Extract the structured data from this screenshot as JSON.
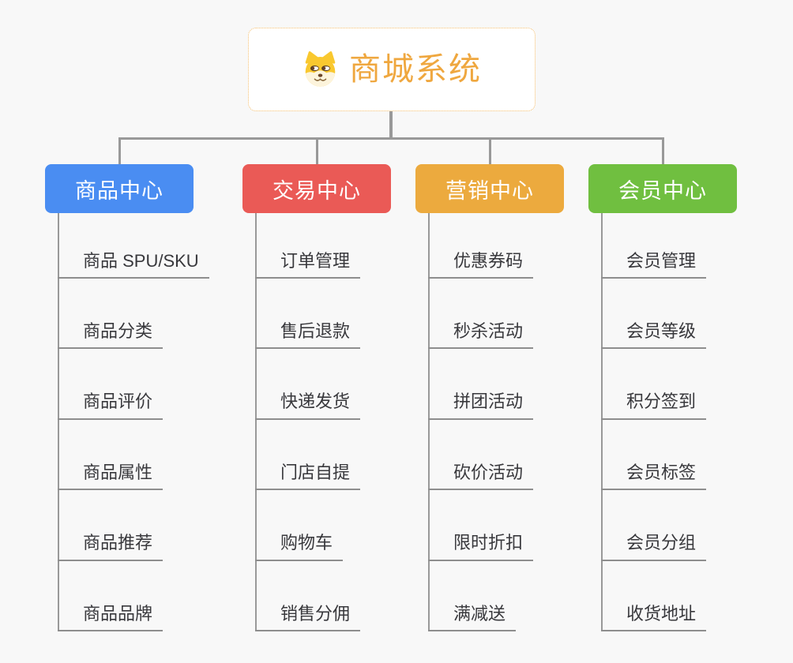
{
  "root": {
    "title": "商城系统",
    "icon": "dog-face-icon"
  },
  "colors": {
    "background": "#f8f8f8",
    "root_text": "#efa73f",
    "root_border": "#f5bf6e",
    "connector": "#999999",
    "branch_text": "#ffffff",
    "child_text": "#38383c",
    "child_underline": "#8e8e8e",
    "dog_yellow": "#f9c82f",
    "dog_cream": "#fdf4dc",
    "dog_brown": "#5a3d1e"
  },
  "branches": [
    {
      "label": "商品中心",
      "color": "#4a8df2",
      "children": [
        "商品 SPU/SKU",
        "商品分类",
        "商品评价",
        "商品属性",
        "商品推荐",
        "商品品牌"
      ]
    },
    {
      "label": "交易中心",
      "color": "#ea5a56",
      "children": [
        "订单管理",
        "售后退款",
        "快递发货",
        "门店自提",
        "购物车",
        "销售分佣"
      ]
    },
    {
      "label": "营销中心",
      "color": "#ecaa3e",
      "children": [
        "优惠券码",
        "秒杀活动",
        "拼团活动",
        "砍价活动",
        "限时折扣",
        "满减送"
      ]
    },
    {
      "label": "会员中心",
      "color": "#70bf40",
      "children": [
        "会员管理",
        "会员等级",
        "积分签到",
        "会员标签",
        "会员分组",
        "收货地址"
      ]
    }
  ]
}
